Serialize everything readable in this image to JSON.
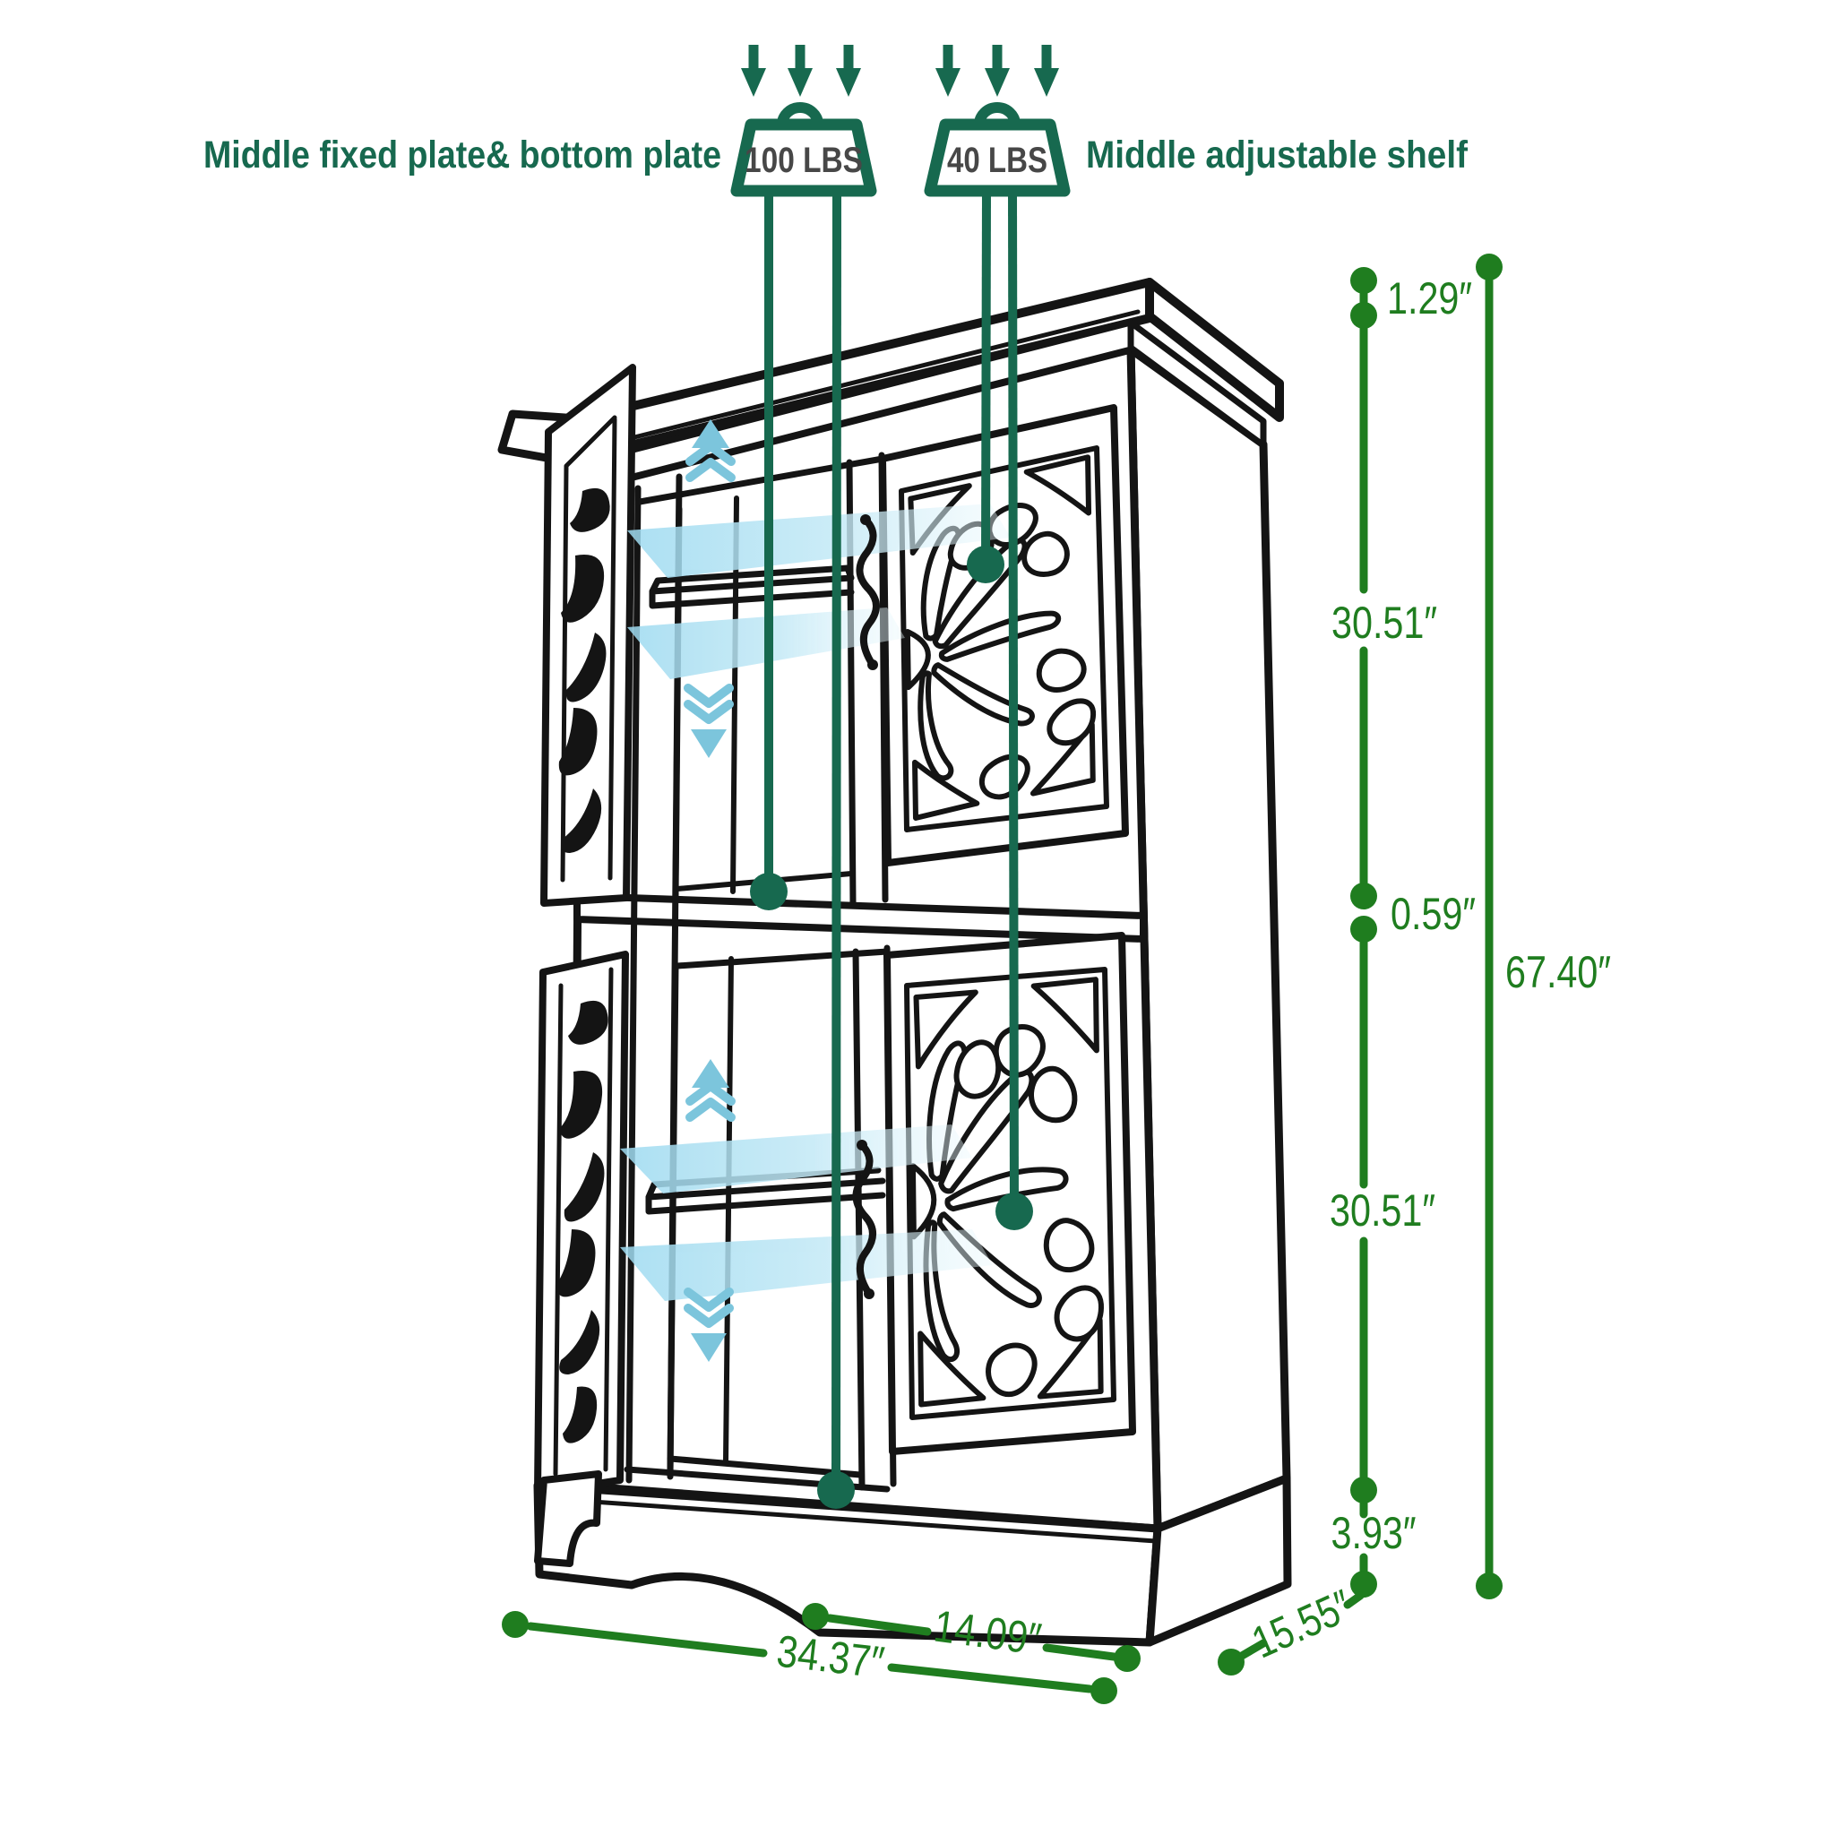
{
  "labels": {
    "left": "Middle fixed plate& bottom plate",
    "right": "Middle adjustable shelf"
  },
  "badges": {
    "b100": "100 LBS",
    "b40": "40 LBS"
  },
  "dimensions": {
    "top_overhang": "1.29″",
    "upper_section": "30.51″",
    "middle_plate": "0.59″",
    "total_height": "67.40″",
    "lower_section": "30.51″",
    "base_height": "3.93″",
    "overall_width": "34.37″",
    "inner_width": "14.09″",
    "depth": "15.55″"
  },
  "colors": {
    "annotation_teal": "#17694F",
    "dimension_green": "#1F7D1F",
    "badge_text_gray": "#474747",
    "line_ink": "#141414",
    "shelf_blue": "#A9DFF1",
    "arrow_cyan": "#7CC5DC"
  }
}
